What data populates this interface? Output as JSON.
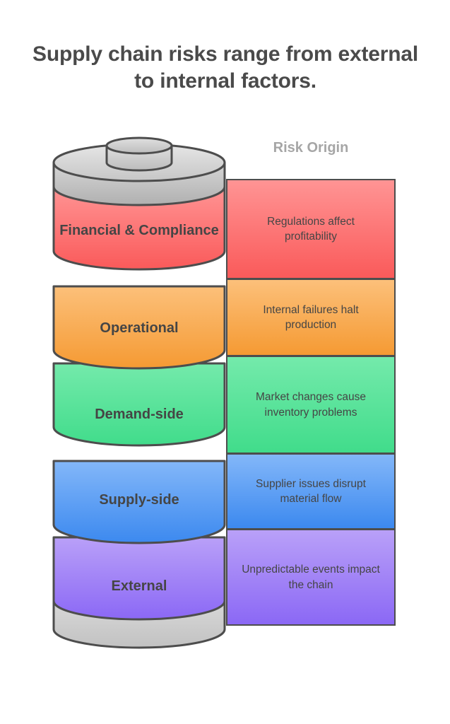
{
  "title": "Supply chain risks range from external to internal factors.",
  "column_header": "Risk Origin",
  "colors": {
    "background": "#ffffff",
    "title_text": "#4a4a4a",
    "header_text": "#a6a6a6",
    "body_text": "#454545",
    "outline": "#4d4d4d",
    "battery_cap_light": "#e2e2e2",
    "battery_cap_dark": "#b4b4b4"
  },
  "battery": {
    "cap_name": "battery-positive-terminal",
    "base_name": "battery-base",
    "segments": [
      {
        "label": "Financial & Compliance",
        "color_top": "#ff9494",
        "color_bottom": "#fa5a5a"
      },
      {
        "label": "Operational",
        "color_top": "#fcc07a",
        "color_bottom": "#f59a33"
      },
      {
        "label": "Demand-side",
        "color_top": "#74eaab",
        "color_bottom": "#41dc8b"
      },
      {
        "label": "Supply-side",
        "color_top": "#83b7f9",
        "color_bottom": "#3c89ef"
      },
      {
        "label": "External",
        "color_top": "#b9a0f8",
        "color_bottom": "#8b68f5"
      }
    ]
  },
  "panel": {
    "rows": [
      {
        "text": "Regulations affect profitability",
        "color_top": "#ff9494",
        "color_bottom": "#fa5a5a"
      },
      {
        "text": "Internal failures halt production",
        "color_top": "#fcc07a",
        "color_bottom": "#f59a33"
      },
      {
        "text": "Market changes cause inventory problems",
        "color_top": "#74eaab",
        "color_bottom": "#41dc8b"
      },
      {
        "text": "Supplier issues disrupt material flow",
        "color_top": "#83b7f9",
        "color_bottom": "#3c89ef"
      },
      {
        "text": "Unpredictable events impact the chain",
        "color_top": "#b9a0f8",
        "color_bottom": "#8b68f5"
      }
    ]
  }
}
